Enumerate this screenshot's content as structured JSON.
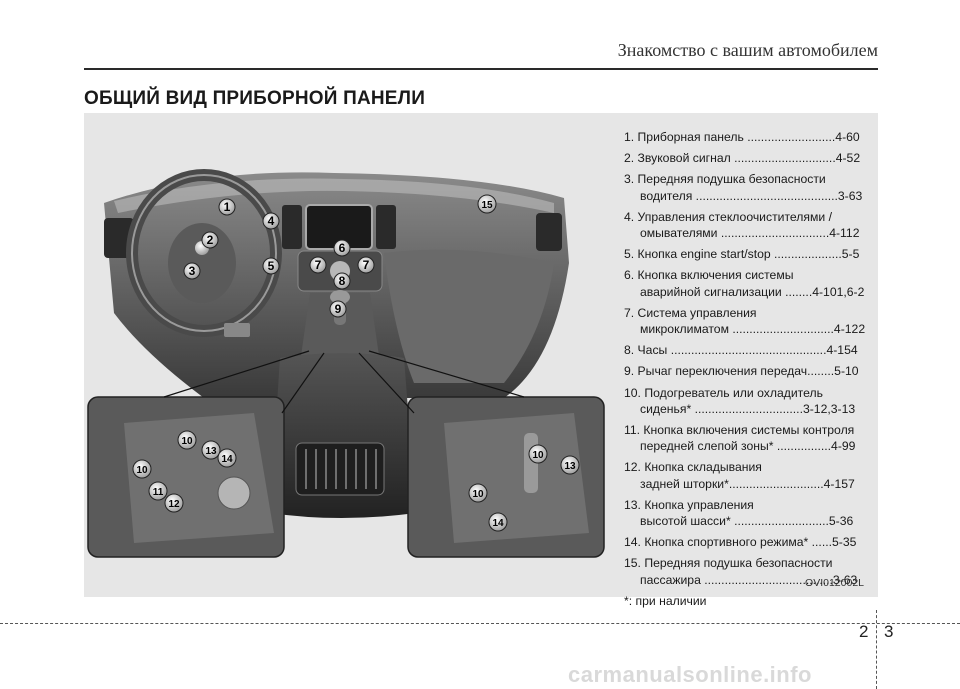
{
  "header": {
    "chapter_title": "Знакомство с вашим автомобилем",
    "section_title": "ОБЩИЙ ВИД ПРИБОРНОЙ ПАНЕЛИ"
  },
  "figure": {
    "callouts": [
      "1",
      "2",
      "3",
      "4",
      "5",
      "6",
      "7",
      "7",
      "8",
      "9",
      "15"
    ],
    "inset_left_callouts": [
      "10",
      "13",
      "14",
      "10",
      "11",
      "12"
    ],
    "inset_right_callouts": [
      "10",
      "13",
      "10",
      "14"
    ],
    "figure_code": "OVI012002L"
  },
  "legend": {
    "items": [
      {
        "l1": "1. Приборная панель ..........................4-60",
        "l2": ""
      },
      {
        "l1": "2. Звуковой сигнал ..............................4-52",
        "l2": ""
      },
      {
        "l1": "3. Передняя подушка безопасности",
        "l2": "водителя ..........................................3-63"
      },
      {
        "l1": "4. Управления стеклоочистителями /",
        "l2": "омывателями  ................................4-112"
      },
      {
        "l1": "5. Кнопка engine start/stop ....................5-5",
        "l2": ""
      },
      {
        "l1": "6. Кнопка включения системы",
        "l2": "аварийной сигнализации ........4-101,6-2"
      },
      {
        "l1": "7. Система управления",
        "l2": "микроклиматом ..............................4-122"
      },
      {
        "l1": "8. Часы  ..............................................4-154",
        "l2": ""
      },
      {
        "l1": "9. Рычаг переключения передач........5-10",
        "l2": ""
      },
      {
        "l1": "10. Подогреватель или охладитель",
        "l2": "сиденья* ................................3-12,3-13"
      },
      {
        "l1": "11. Кнопка включения системы контроля",
        "l2": "передней слепой зоны* ................4-99"
      },
      {
        "l1": "12. Кнопка складывания",
        "l2": "задней шторки*............................4-157"
      },
      {
        "l1": "13. Кнопка управления",
        "l2": "высотой шасси* ............................5-36"
      },
      {
        "l1": "14. Кнопка спортивного режима*  ......5-35",
        "l2": ""
      },
      {
        "l1": "15. Передняя подушка безопасности",
        "l2": "пассажира ......................................3-63"
      }
    ],
    "footnote": "*: при наличии"
  },
  "footer": {
    "chapter_number": "2",
    "page_number": "3",
    "watermark": "carmanualsonline.info"
  }
}
